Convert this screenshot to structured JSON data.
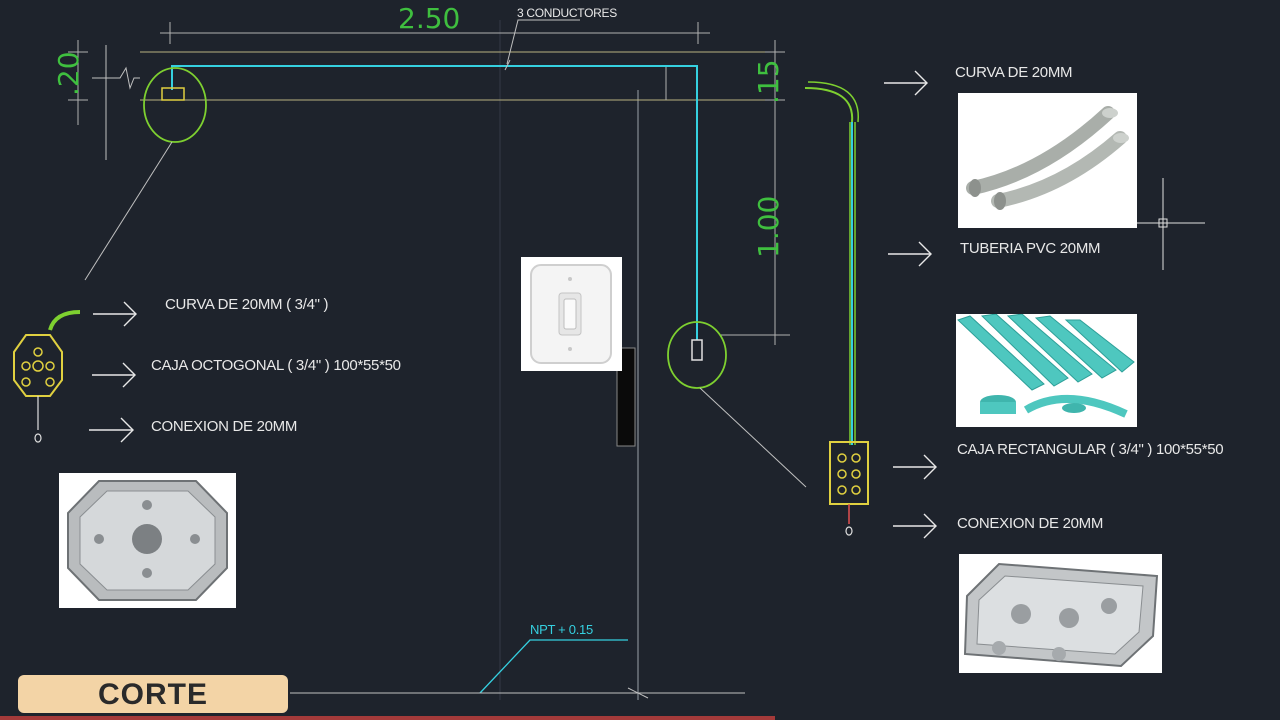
{
  "title": "CORTE",
  "dimensions": {
    "horizontal": "2.50",
    "vertical_left": ".20",
    "vertical_right_top": ".15",
    "vertical_right": "1.00"
  },
  "annotations": {
    "conductores": "3 CONDUCTORES",
    "npt": "NPT + 0.15"
  },
  "left_legend": [
    {
      "label": "CURVA DE 20MM ( 3/4\" )"
    },
    {
      "label": "CAJA OCTOGONAL ( 3/4\" ) 100*55*50"
    },
    {
      "label": "CONEXION DE 20MM"
    }
  ],
  "right_legend": [
    {
      "label": "CURVA DE 20MM"
    },
    {
      "label": "TUBERIA PVC 20MM"
    },
    {
      "label": "CAJA RECTANGULAR ( 3/4\" ) 100*55*50"
    },
    {
      "label": "CONEXION DE 20MM"
    }
  ],
  "colors": {
    "background": "#1e232c",
    "conduit": "#35d0e0",
    "dimension": "#3fbf3f",
    "box": "#e0d040",
    "label_bg": "#f3d4a6"
  }
}
